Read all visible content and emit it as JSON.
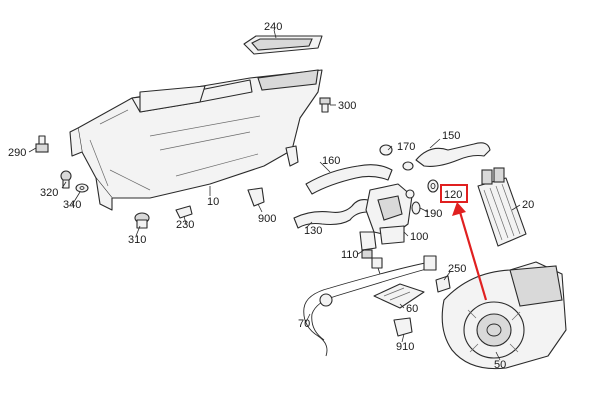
{
  "labels": {
    "p240": "240",
    "p300": "300",
    "p290": "290",
    "p150": "150",
    "p170": "170",
    "p160": "160",
    "p320": "320",
    "p340": "340",
    "p10": "10",
    "p120": "120",
    "p20": "20",
    "p190": "190",
    "p900": "900",
    "p230": "230",
    "p310": "310",
    "p130": "130",
    "p100": "100",
    "p110": "110",
    "p250": "250",
    "p70": "70",
    "p60": "60",
    "p910": "910",
    "p50": "50"
  },
  "highlight": {
    "part": "120",
    "box_color": "#e02020",
    "arrow_color": "#e02020"
  }
}
